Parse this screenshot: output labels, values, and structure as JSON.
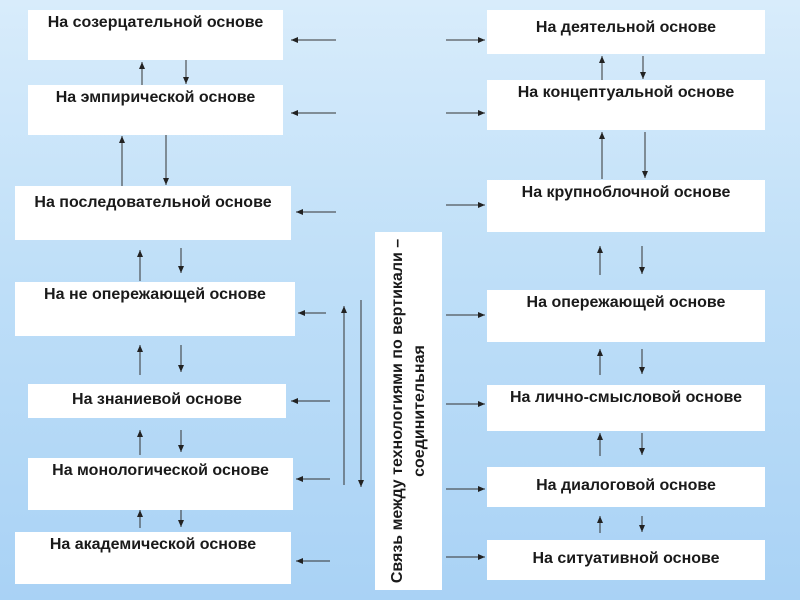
{
  "left_column": [
    "На созерцательной основе",
    "На эмпирической основе",
    "На последовательной основе",
    "На не опережающей основе",
    "На знаниевой основе",
    "На монологической основе",
    "На академической основе"
  ],
  "right_column": [
    "На деятельной основе",
    "На концептуальной основе",
    "На крупноблочной основе",
    "На опережающей основе",
    "На лично-смысловой основе",
    "На диалоговой основе",
    "На ситуативной основе"
  ],
  "center": {
    "label": "Связь между технологиями по вертикали – соединительная"
  }
}
